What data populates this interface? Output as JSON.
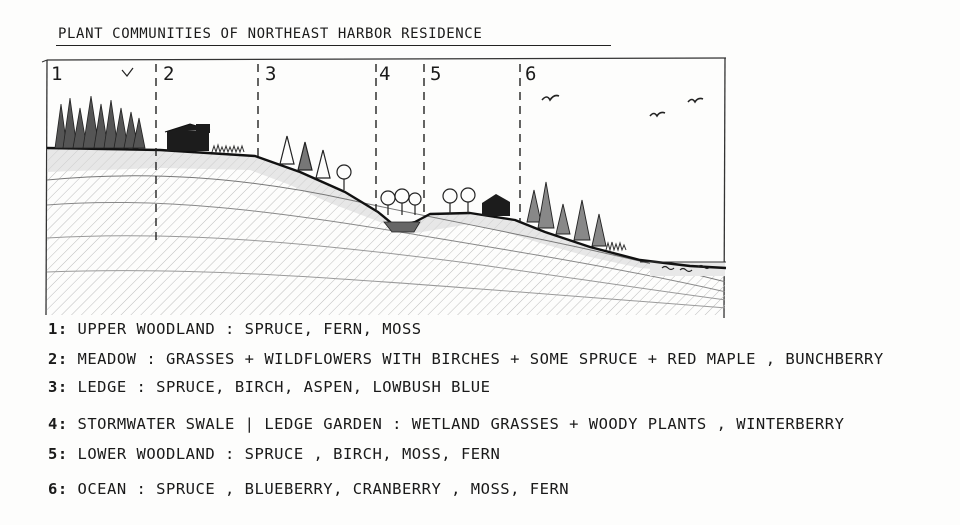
{
  "title": "PLANT COMMUNITIES OF NORTHEAST HARBOR RESIDENCE",
  "zones": [
    {
      "number": "1"
    },
    {
      "number": "2"
    },
    {
      "number": "3"
    },
    {
      "number": "4"
    },
    {
      "number": "5"
    },
    {
      "number": "6"
    }
  ],
  "legend": [
    {
      "number": "1:",
      "text": "UPPER WOODLAND : SPRUCE, FERN, MOSS"
    },
    {
      "number": "2:",
      "text": "MEADOW : GRASSES + WILDFLOWERS WITH BIRCHES + SOME SPRUCE + RED MAPLE , BUNCHBERRY"
    },
    {
      "number": "3:",
      "text": "LEDGE : SPRUCE, BIRCH, ASPEN, LOWBUSH BLUE"
    },
    {
      "number": "4:",
      "text": "STORMWATER SWALE | LEDGE GARDEN : WETLAND GRASSES + WOODY PLANTS , WINTERBERRY"
    },
    {
      "number": "5:",
      "text": "LOWER WOODLAND : SPRUCE , BIRCH, MOSS, FERN"
    },
    {
      "number": "6:",
      "text": "OCEAN : SPRUCE , BLUEBERRY, CRANBERRY , MOSS, FERN"
    }
  ],
  "colors": {
    "ink": "#1a1a1a",
    "pencil": "#555555",
    "hatch": "#b8b8b8",
    "paper": "#fdfdfc"
  },
  "icons": [
    "spruce-tree",
    "birch-tree",
    "house",
    "bird",
    "water-wave"
  ]
}
